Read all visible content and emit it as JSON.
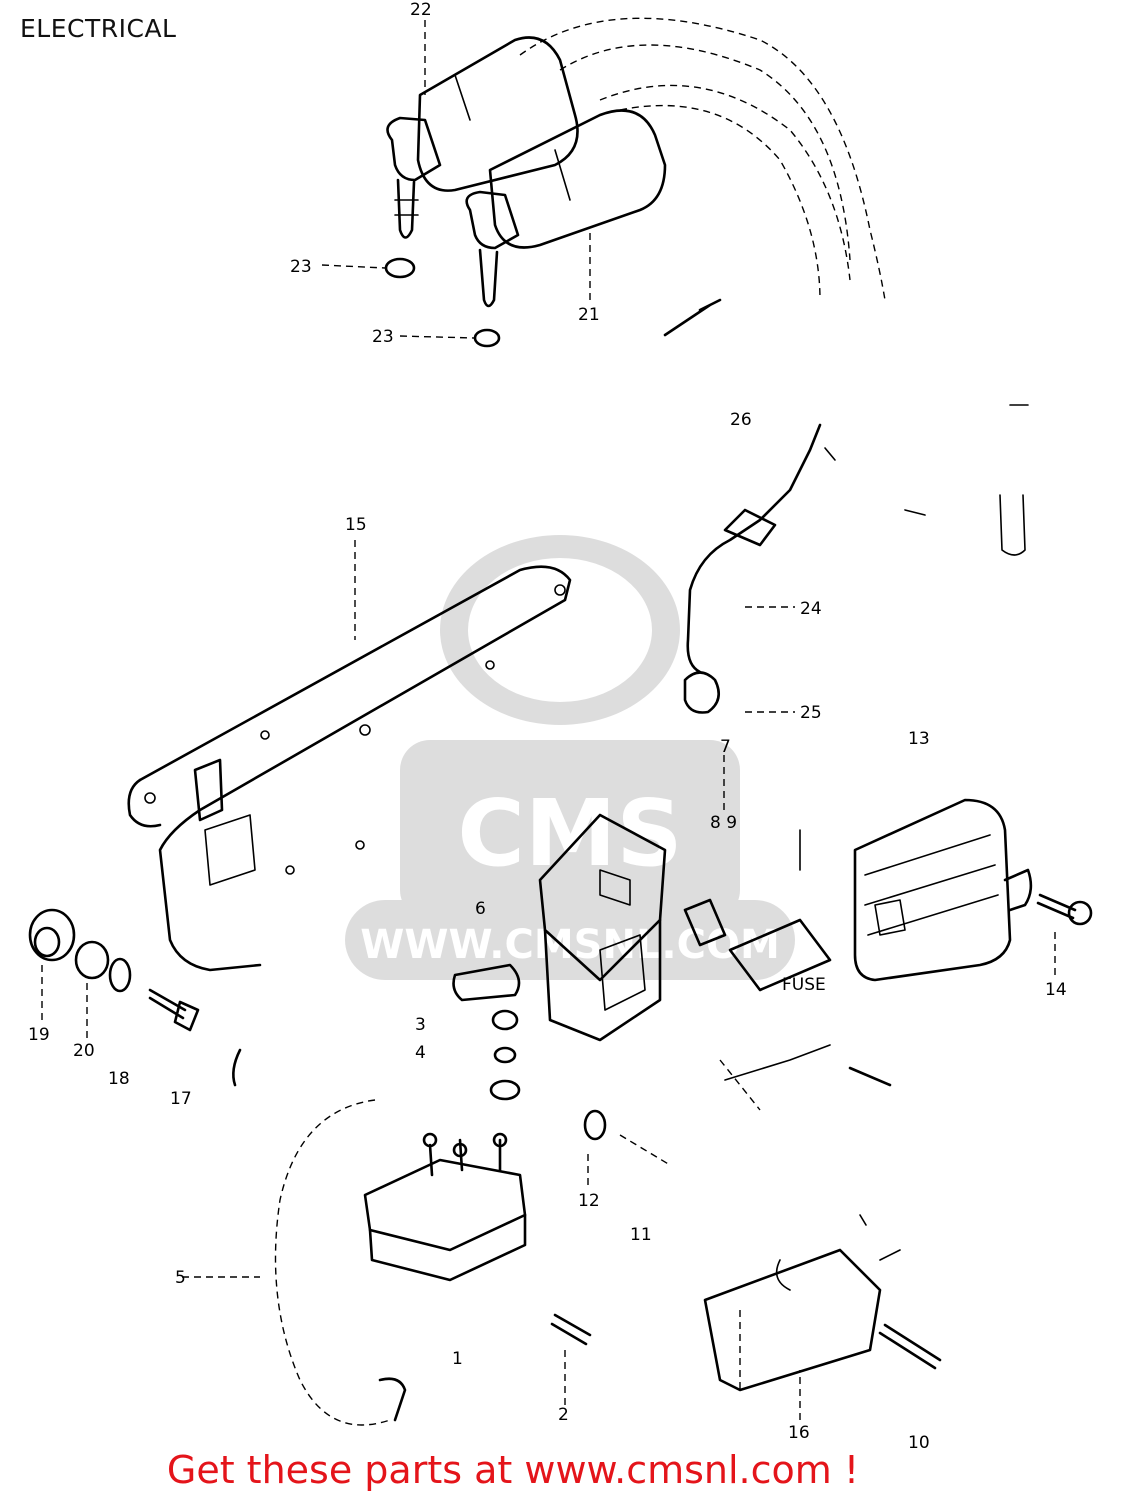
{
  "section_title": "ELECTRICAL",
  "footer_link": "Get these parts at www.cmsnl.com !",
  "watermark": {
    "brand": "CMS",
    "url": "WWW.CMSNL.COM"
  },
  "parts": {
    "p1": "1",
    "p2": "2",
    "p3": "3",
    "p4": "4",
    "p5": "5",
    "p6": "6",
    "p7": "7",
    "p89": "8 9",
    "p10": "10",
    "p11": "11",
    "p12": "12",
    "p13": "13",
    "p14": "14",
    "p15": "15",
    "p16": "16",
    "p17": "17",
    "p18": "18",
    "p19": "19",
    "p20": "20",
    "p21": "21",
    "p22": "22",
    "p23a": "23",
    "p23b": "23",
    "p24": "24",
    "p25": "25",
    "p26": "26"
  },
  "component_marks": {
    "fuse_label": "FUSE"
  }
}
